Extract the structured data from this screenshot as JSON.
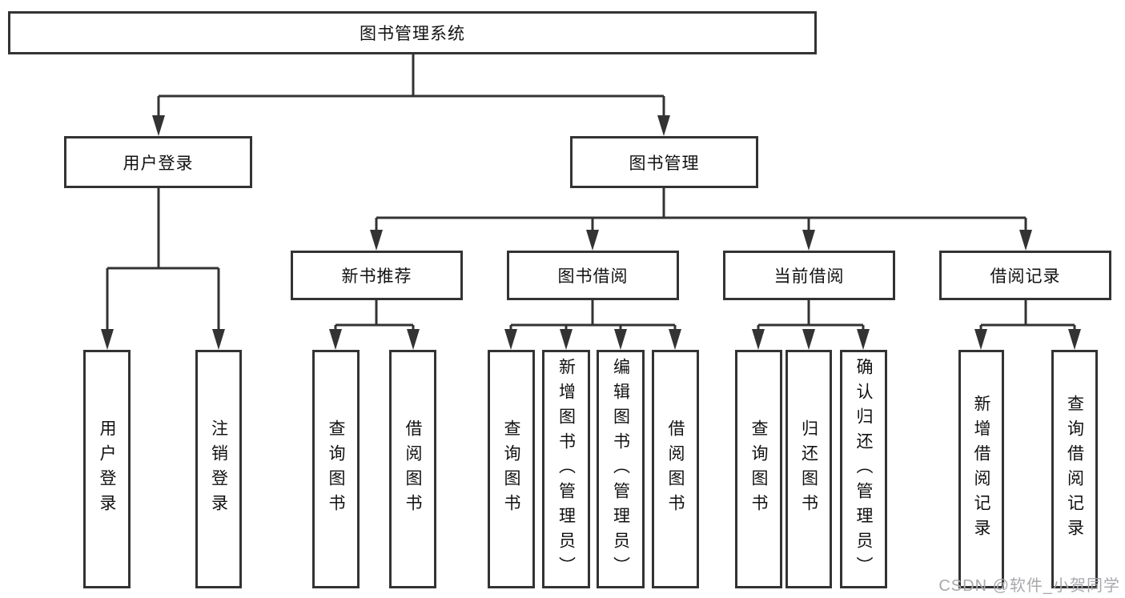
{
  "diagram": {
    "root": {
      "label": "图书管理系统"
    },
    "level2": [
      {
        "label": "用户登录"
      },
      {
        "label": "图书管理"
      }
    ],
    "level3": [
      {
        "label": "新书推荐"
      },
      {
        "label": "图书借阅"
      },
      {
        "label": "当前借阅"
      },
      {
        "label": "借阅记录"
      }
    ],
    "leaves": {
      "user_login": [
        {
          "label": "用户登录"
        },
        {
          "label": "注销登录"
        }
      ],
      "new_book_recommend": [
        {
          "label": "查询图书"
        },
        {
          "label": "借阅图书"
        }
      ],
      "book_borrow": [
        {
          "label": "查询图书"
        },
        {
          "label": "新增图书（管理员）"
        },
        {
          "label": "编辑图书（管理员）"
        },
        {
          "label": "借阅图书"
        }
      ],
      "current_borrow": [
        {
          "label": "查询图书"
        },
        {
          "label": "归还图书"
        },
        {
          "label": "确认归还（管理员）"
        }
      ],
      "borrow_records": [
        {
          "label": "新增借阅记录"
        },
        {
          "label": "查询借阅记录"
        }
      ]
    },
    "watermark": "CSDN @软件_小贺同学",
    "colors": {
      "line": "#333333",
      "border": "#333333",
      "text": "#111111",
      "watermark": "#a9a9ad",
      "background": "#ffffff"
    }
  }
}
